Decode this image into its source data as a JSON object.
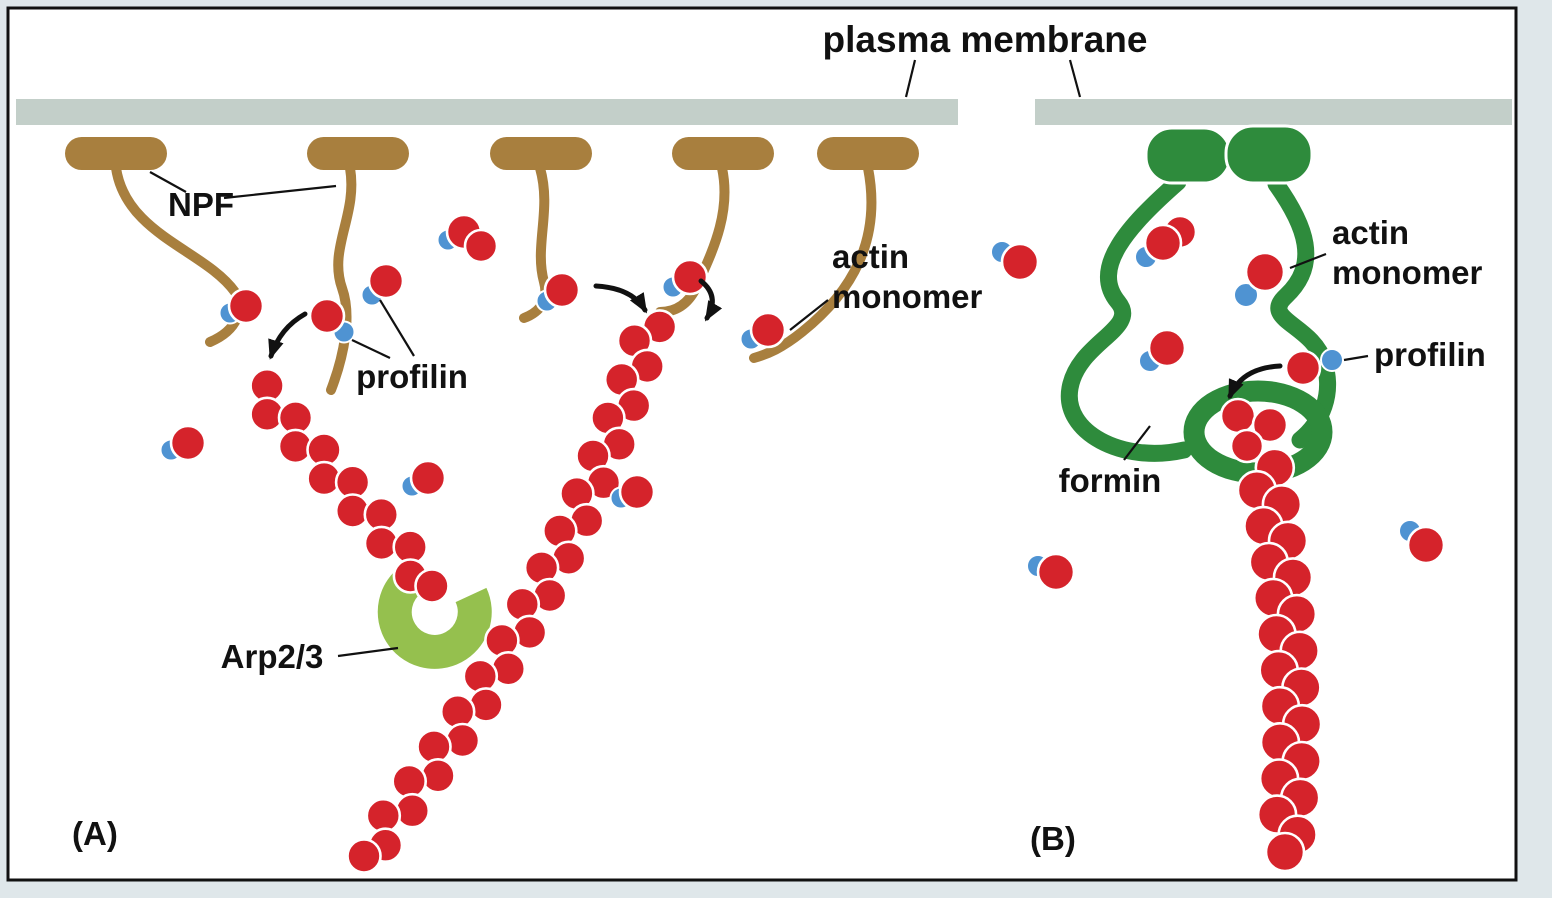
{
  "figure": {
    "panels": {
      "a": {
        "label": "(A)"
      },
      "b": {
        "label": "(B)"
      }
    },
    "labels": {
      "plasma_membrane": "plasma membrane",
      "npf": "NPF",
      "profilin_a": "profilin",
      "actin_monomer_a_line1": "actin",
      "actin_monomer_a_line2": "monomer",
      "arp23": "Arp2/3",
      "formin": "formin",
      "actin_monomer_b_line1": "actin",
      "actin_monomer_b_line2": "monomer",
      "profilin_b": "profilin"
    },
    "colors": {
      "page_background": "#dfe7ea",
      "figure_background": "#ffffff",
      "border": "#111111",
      "membrane": "#c3cfc9",
      "npf": "#a87f3e",
      "actin": "#d5232b",
      "profilin": "#4f93d2",
      "arp23": "#95c04e",
      "formin": "#2e8b3c",
      "text": "#111111"
    }
  }
}
